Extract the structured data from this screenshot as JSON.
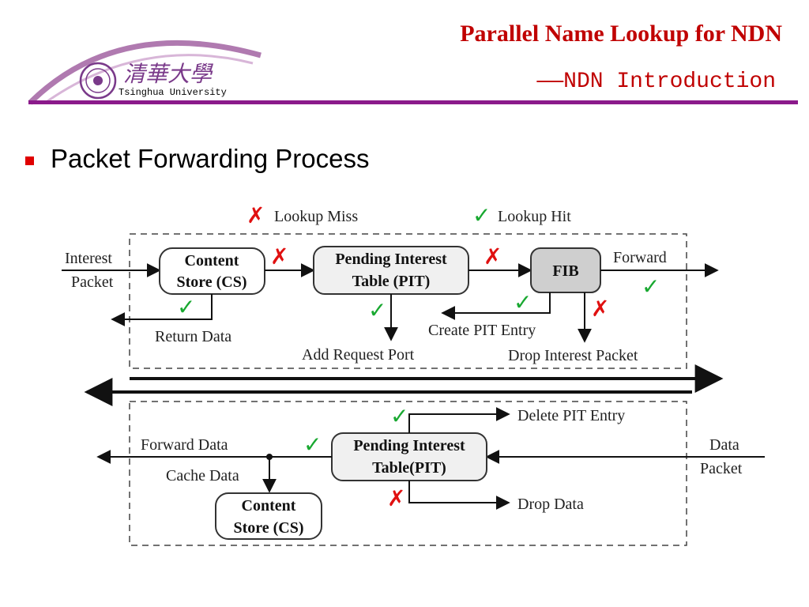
{
  "header": {
    "title": "Parallel Name Lookup for NDN",
    "subtitle": "——NDN Introduction",
    "logo_text_cn": "清華大學",
    "logo_text_en": "Tsinghua University",
    "title_color": "#c00000",
    "accent_color": "#8b1a8b"
  },
  "bullet": {
    "text": "Packet Forwarding Process",
    "marker_color": "#e00000"
  },
  "legend": {
    "miss": "Lookup Miss",
    "hit": "Lookup Hit",
    "miss_symbol": "✗",
    "hit_symbol": "✓",
    "miss_color": "#e01010",
    "hit_color": "#18a830"
  },
  "interest_flow": {
    "input_line1": "Interest",
    "input_line2": "Packet",
    "cs_line1": "Content",
    "cs_line2": "Store (CS)",
    "pit_line1": "Pending Interest",
    "pit_line2": "Table (PIT)",
    "fib": "FIB",
    "forward": "Forward",
    "return_data": "Return Data",
    "add_request_port": "Add Request Port",
    "create_pit_entry": "Create PIT Entry",
    "drop_interest": "Drop Interest Packet"
  },
  "data_flow": {
    "input_line1": "Data",
    "input_line2": "Packet",
    "pit_line1": "Pending Interest",
    "pit_line2": "Table(PIT)",
    "delete_pit_entry": "Delete PIT Entry",
    "drop_data": "Drop Data",
    "forward_data": "Forward Data",
    "cache_data": "Cache Data",
    "cs_line1": "Content",
    "cs_line2": "Store (CS)"
  }
}
